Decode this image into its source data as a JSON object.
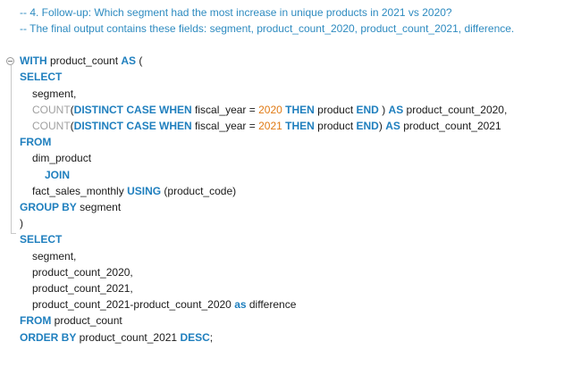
{
  "editor": {
    "comments": [
      "-- 4. Follow-up: Which segment had the most increase in unique products in 2021 vs 2020?",
      "-- The final output contains these fields: segment, product_count_2020, product_count_2021, difference."
    ],
    "lines": [
      [
        {
          "t": "WITH",
          "c": "kw"
        },
        {
          "t": " product_count ",
          "c": "id"
        },
        {
          "t": "AS",
          "c": "kw"
        },
        {
          "t": " (",
          "c": "id"
        }
      ],
      [
        {
          "t": "SELECT",
          "c": "kw"
        }
      ],
      [
        {
          "t": "segment,",
          "c": "id"
        }
      ],
      [
        {
          "t": "COUNT",
          "c": "fn"
        },
        {
          "t": "(",
          "c": "id"
        },
        {
          "t": "DISTINCT",
          "c": "kw"
        },
        {
          "t": " ",
          "c": "id"
        },
        {
          "t": "CASE",
          "c": "kw"
        },
        {
          "t": " ",
          "c": "id"
        },
        {
          "t": "WHEN",
          "c": "kw"
        },
        {
          "t": " fiscal_year = ",
          "c": "id"
        },
        {
          "t": "2020",
          "c": "num"
        },
        {
          "t": " ",
          "c": "id"
        },
        {
          "t": "THEN",
          "c": "kw"
        },
        {
          "t": " product ",
          "c": "id"
        },
        {
          "t": "END",
          "c": "kw"
        },
        {
          "t": " ) ",
          "c": "id"
        },
        {
          "t": "AS",
          "c": "kw"
        },
        {
          "t": " product_count_2020,",
          "c": "id"
        }
      ],
      [
        {
          "t": "COUNT",
          "c": "fn"
        },
        {
          "t": "(",
          "c": "id"
        },
        {
          "t": "DISTINCT",
          "c": "kw"
        },
        {
          "t": " ",
          "c": "id"
        },
        {
          "t": "CASE",
          "c": "kw"
        },
        {
          "t": " ",
          "c": "id"
        },
        {
          "t": "WHEN",
          "c": "kw"
        },
        {
          "t": " fiscal_year = ",
          "c": "id"
        },
        {
          "t": "2021",
          "c": "num"
        },
        {
          "t": " ",
          "c": "id"
        },
        {
          "t": "THEN",
          "c": "kw"
        },
        {
          "t": " product ",
          "c": "id"
        },
        {
          "t": "END",
          "c": "kw"
        },
        {
          "t": ") ",
          "c": "id"
        },
        {
          "t": "AS",
          "c": "kw"
        },
        {
          "t": " product_count_2021",
          "c": "id"
        }
      ],
      [
        {
          "t": "FROM",
          "c": "kw"
        }
      ],
      [
        {
          "t": "dim_product",
          "c": "id"
        }
      ],
      [
        {
          "t": "JOIN",
          "c": "kw"
        }
      ],
      [
        {
          "t": "fact_sales_monthly ",
          "c": "id"
        },
        {
          "t": "USING",
          "c": "kw"
        },
        {
          "t": " (product_code)",
          "c": "id"
        }
      ],
      [
        {
          "t": "GROUP BY",
          "c": "kw"
        },
        {
          "t": " segment",
          "c": "id"
        }
      ],
      [
        {
          "t": ")",
          "c": "id"
        }
      ],
      [
        {
          "t": "SELECT",
          "c": "kw"
        }
      ],
      [
        {
          "t": "segment,",
          "c": "id"
        }
      ],
      [
        {
          "t": "product_count_2020,",
          "c": "id"
        }
      ],
      [
        {
          "t": "product_count_2021,",
          "c": "id"
        }
      ],
      [
        {
          "t": "product_count_2021-product_count_2020 ",
          "c": "id"
        },
        {
          "t": "as",
          "c": "kw"
        },
        {
          "t": " difference",
          "c": "id"
        }
      ],
      [
        {
          "t": "FROM",
          "c": "kw"
        },
        {
          "t": " product_count",
          "c": "id"
        }
      ],
      [
        {
          "t": "ORDER BY",
          "c": "kw"
        },
        {
          "t": " product_count_2021 ",
          "c": "id"
        },
        {
          "t": "DESC",
          "c": "kw"
        },
        {
          "t": ";",
          "c": "id"
        }
      ]
    ]
  },
  "colors": {
    "keyword": "#1f7fbe",
    "function": "#a0a0a0",
    "number": "#e07a14",
    "comment": "#2e8bc0",
    "text": "#1a1a1a"
  },
  "icons": [
    "fold-collapse-icon"
  ]
}
